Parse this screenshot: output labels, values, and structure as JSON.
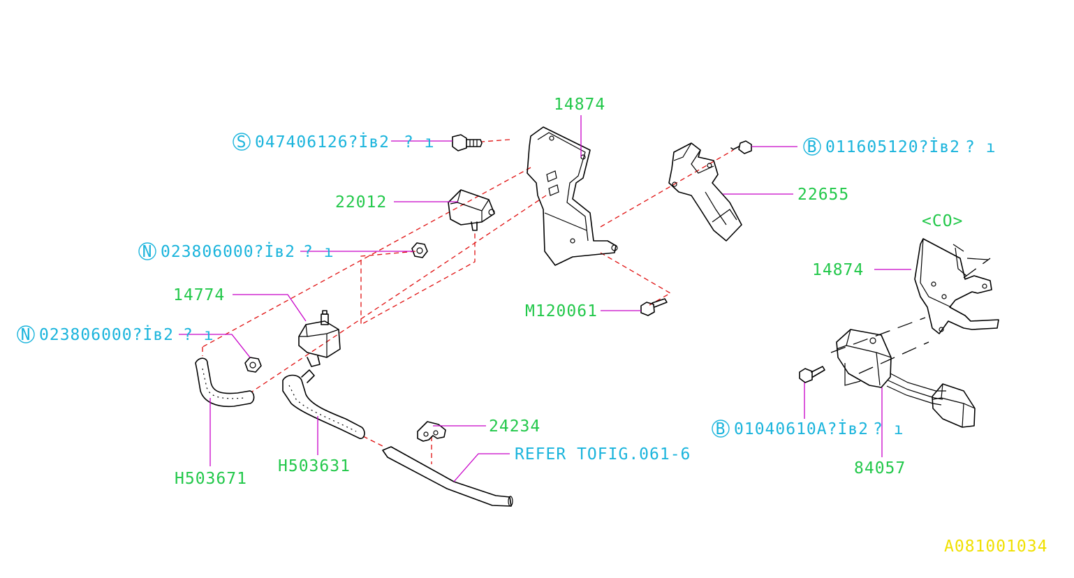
{
  "colors": {
    "part_number": "#22c84a",
    "fastener_code": "#1ab4dc",
    "leader_line": "#c800c8",
    "assembly_dash": "#e01010",
    "figure_id": "#f0e000",
    "outline": "#000000"
  },
  "labels": {
    "bracket_top": "14874",
    "bolt_s": {
      "letter": "S",
      "code": "047406126?İв2",
      "qty": "? ı"
    },
    "bolt_b_top": {
      "letter": "B",
      "code": "011605120?İв2",
      "qty": "? ı"
    },
    "sensor_22012": "22012",
    "sensor_22655": "22655",
    "nut_n_top": {
      "letter": "N",
      "code": "023806000?İв2",
      "qty": "? ı"
    },
    "valve_14774": "14774",
    "bolt_m120061": "M120061",
    "nut_n_bottom": {
      "letter": "N",
      "code": "023806000?İв2",
      "qty": "? ı"
    },
    "clip_24234": "24234",
    "refer": "REFER TОFIG.061-6",
    "hose_h503671": "H503671",
    "hose_h503631": "H503631",
    "inset_title": "<CО>",
    "inset_bracket": "14874",
    "bolt_b_bottom": {
      "letter": "B",
      "code": "01040610A?İв2",
      "qty": "? ı"
    },
    "part_84057": "84057",
    "figure_id": "A081001034"
  },
  "icons": [
    "bracket",
    "bolt",
    "nut",
    "solenoid-valve",
    "pressure-sensor",
    "hose",
    "clip",
    "connector"
  ]
}
